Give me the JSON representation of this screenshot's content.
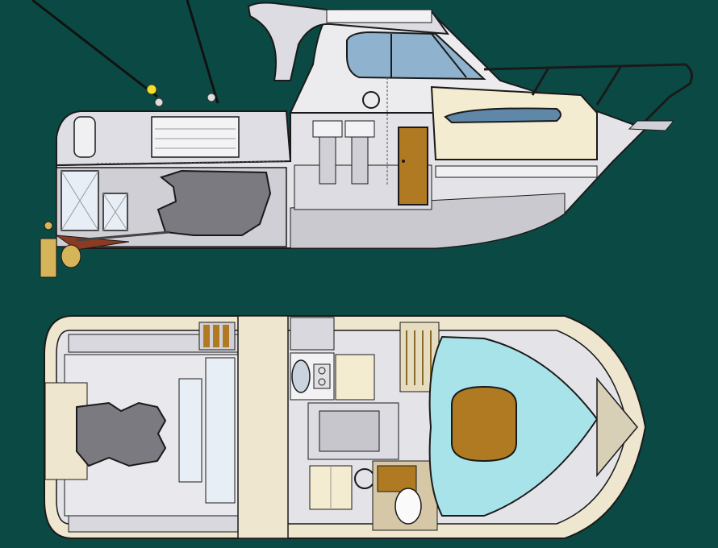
{
  "diagram": {
    "views": [
      {
        "id": "profile",
        "kind": "side-elevation"
      },
      {
        "id": "plan",
        "kind": "deck-layout"
      }
    ]
  },
  "colors": {
    "background": "#0b4a44",
    "hull": "#e4e4e8",
    "hull_shade": "#c9c9cf",
    "deck_cream": "#f4ecd0",
    "outline": "#1a1a1a",
    "glass": "#8fb3cf",
    "wood": "#b07a22",
    "berth": "#a9e3ea",
    "engine": "#7a7a80",
    "antifoul": "#8a3b22",
    "propeller": "#d6b45a",
    "buoy": "#f2e027"
  },
  "icons": {
    "sink": "sink-icon",
    "stove": "stove-icon",
    "helm_wheel": "steering-wheel-icon",
    "toilet": "toilet-icon",
    "propeller": "propeller-icon"
  }
}
